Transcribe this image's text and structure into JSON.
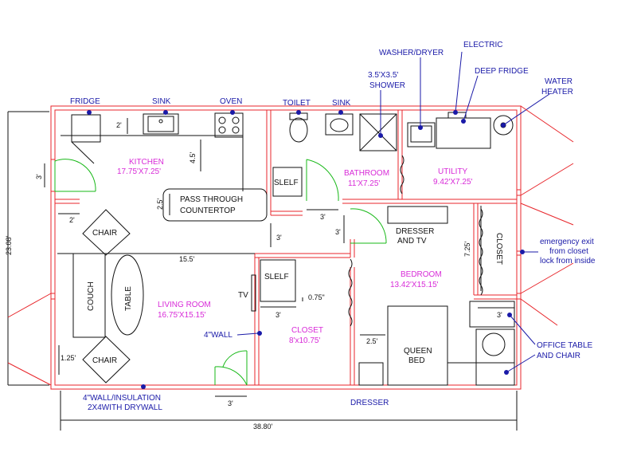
{
  "appliances": {
    "fridge": "FRIDGE",
    "sink_kitchen": "SINK",
    "oven": "OVEN",
    "toilet": "TOILET",
    "sink_bath": "SINK",
    "shower_line1": "3.5'X3.5'",
    "shower_line2": "SHOWER",
    "washer_dryer": "WASHER/DRYER",
    "electric": "ELECTRIC",
    "deep_fridge": "DEEP FRIDGE",
    "water_heater_line1": "WATER",
    "water_heater_line2": "HEATER"
  },
  "rooms": {
    "kitchen_name": "KITCHEN",
    "kitchen_size": "17.75'X7.25'",
    "bathroom_name": "BATHROOM",
    "bathroom_size": "11'X7.25'",
    "utility_name": "UTILITY",
    "utility_size": "9.42'X7.25'",
    "living_name": "LIVING ROOM",
    "living_size": "16.75'X15.15'",
    "closet_name": "CLOSET",
    "closet_size": "8'x10.75'",
    "bedroom_name": "BEDROOM",
    "bedroom_size": "13.42'X15.15'"
  },
  "furniture": {
    "pass_through_line1": "PASS THROUGH",
    "pass_through_line2": "COUNTERTOP",
    "shelf_kitchen": "SLELF",
    "shelf_closet": "SLELF",
    "chair_top": "CHAIR",
    "chair_bottom": "CHAIR",
    "couch": "COUCH",
    "table": "TABLE",
    "tv": "TV",
    "dresser_tv_line1": "DRESSER",
    "dresser_tv_line2": "AND TV",
    "closet_bedroom": "CLOSET",
    "queen_bed_line1": "QUEEN",
    "queen_bed_line2": "BED",
    "dresser": "DRESSER"
  },
  "dimensions": {
    "overall_height": "23.08'",
    "overall_width": "38.80'",
    "d_2ft_kitchen": "2'",
    "d_4_5": "4.5'",
    "d_2_5": "2.5'",
    "d_3ft_left_door": "3'",
    "d_2ft_left": "2'",
    "d_3ft_bath_door": "3'",
    "d_3ft_hall": "3'",
    "d_3ft_bed_door": "3'",
    "d_15_5": "15.5'",
    "d_0_75": "0.75\"",
    "d_3ft_closet": "3'",
    "d_7_25": "7.25'",
    "d_3ft_office": "3'",
    "d_2_5_bed": "2.5'",
    "d_1_25": "1.25'",
    "d_3ft_front": "3'"
  },
  "annotations": {
    "four_inch_wall": "4\"WALL",
    "wall_insulation_line1": "4\"WALL/INSULATION",
    "wall_insulation_line2": "2X4WITH DRYWALL",
    "emergency_line1": "emergency exit",
    "emergency_line2": "from closet",
    "emergency_line3": "lock from inside",
    "office_line1": "OFFICE TABLE",
    "office_line2": "AND CHAIR"
  },
  "colors": {
    "wall": "#e8262b",
    "label": "#1a1aa8",
    "room_label": "#d82bd8",
    "door": "#17b817",
    "fixture": "#111111"
  }
}
